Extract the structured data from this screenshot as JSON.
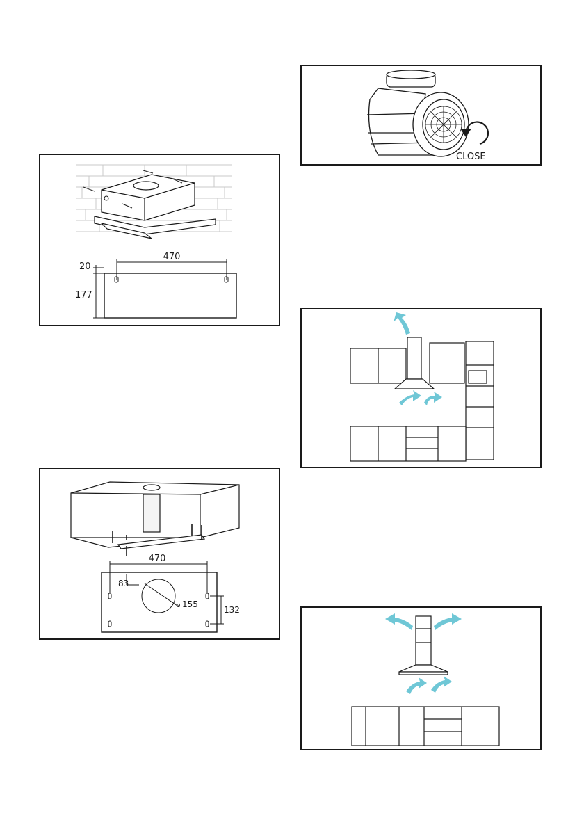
{
  "figure_wall_mount": {
    "dim_hole_spacing": "470",
    "dim_top_offset": "20",
    "dim_height": "177"
  },
  "figure_cabinet_mount": {
    "dim_hole_spacing": "470",
    "dim_center_offset": "83",
    "dim_duct_diameter": "155",
    "dim_vertical_spacing": "132",
    "diameter_symbol": "ø"
  },
  "figure_motor": {
    "close_label": "CLOSE"
  },
  "colors": {
    "line": "#1a1a1a",
    "airflow": "#6fc7d6",
    "airflow_dark": "#3fa9bd"
  }
}
